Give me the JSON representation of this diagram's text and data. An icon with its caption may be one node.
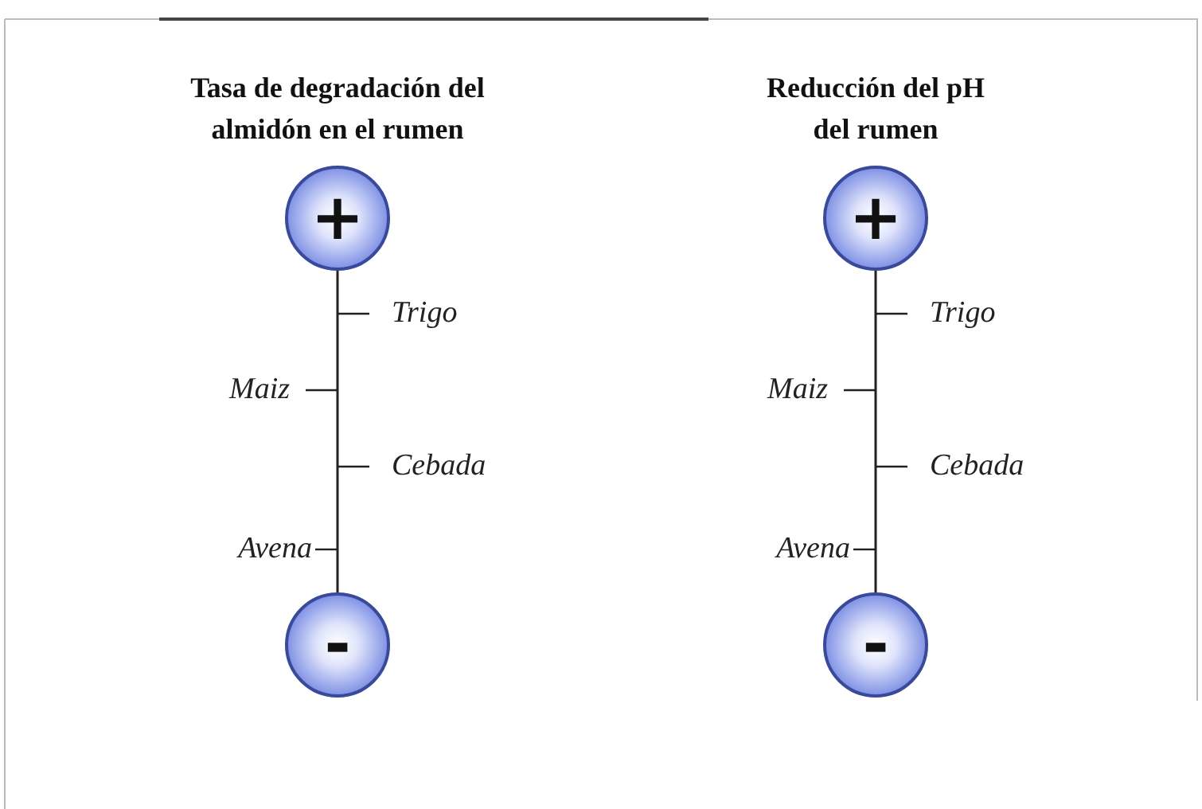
{
  "diagram": {
    "nodes": [
      {
        "text": [
          "+"
        ]
      },
      {
        "text": [
          "-"
        ]
      },
      {
        "text": [
          "+"
        ]
      },
      {
        "text": [
          "-"
        ]
      }
    ],
    "edges": [
      {
        "from": 0,
        "to": 1,
        "arrow": "none"
      },
      {
        "from": 2,
        "to": 3,
        "arrow": "none"
      }
    ],
    "labels": [
      "Tasa de degradación del almidón en el rumen",
      "Reducción del pH del rumen",
      "Trigo",
      "Trigo",
      "Maiz",
      "Maiz",
      "Cebada",
      "Cebada",
      "Avena",
      "Avena"
    ]
  }
}
